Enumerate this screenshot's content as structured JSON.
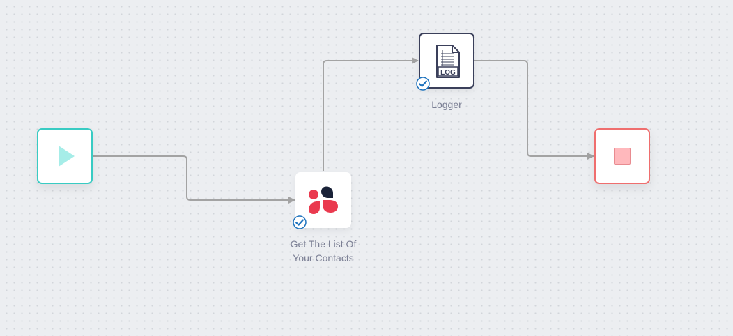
{
  "workflow": {
    "nodes": {
      "start": {
        "icon": "play-icon"
      },
      "contacts": {
        "label": "Get The List Of\nYour Contacts",
        "icon": "contacts-app-icon",
        "status": "check-icon"
      },
      "logger": {
        "label": "Logger",
        "icon": "log-file-icon",
        "icon_text": "LOG",
        "status": "check-icon"
      },
      "stop": {
        "icon": "stop-icon"
      }
    }
  },
  "colors": {
    "background": "#eceef1",
    "start_border": "#38cbc3",
    "play_fill": "#a6ede8",
    "stop_border": "#ef6e6e",
    "stop_fill": "#ffb8bc",
    "logger_border": "#3a3f5a",
    "connector": "#a3a3a3",
    "check": "#1e73be",
    "label": "#7b7f94"
  }
}
